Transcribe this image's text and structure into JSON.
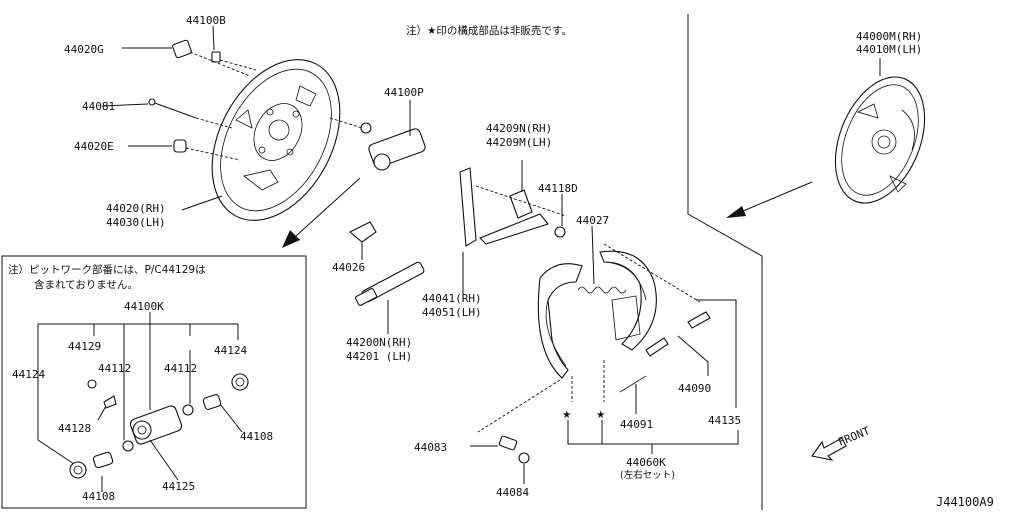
{
  "diagram_id": "J44100A9",
  "notes": {
    "top": "注）★印の構成部品は非販売です。",
    "inset_line1": "注）ピットワーク部番には、P/C44129は",
    "inset_line2": "含まれておりません。"
  },
  "front_label": "FRONT",
  "labels": {
    "p44100B": "44100B",
    "p44020G": "44020G",
    "p44081": "44081",
    "p44020E": "44020E",
    "p44020RH": "44020(RH)",
    "p44030LH": "44030(LH)",
    "p44100P": "44100P",
    "p44026": "44026",
    "p44200N": "44200N(RH)",
    "p44201": "44201  (LH)",
    "p44209N": "44209N(RH)",
    "p44209M": "44209M(LH)",
    "p44118D": "44118D",
    "p44027": "44027",
    "p44041": "44041(RH)",
    "p44051": "44051(LH)",
    "p44090": "44090",
    "p44135": "44135",
    "p44091": "44091",
    "p44060K": "44060K",
    "p44060K_sub": "(左右セット)",
    "p44083": "44083",
    "p44084": "44084",
    "p44000M": "44000M(RH)",
    "p44010M": "44010M(LH)",
    "p44100K": "44100K",
    "p44129": "44129",
    "p44112a": "44112",
    "p44112b": "44112",
    "p44124a": "44124",
    "p44124b": "44124",
    "p44128": "44128",
    "p44108a": "44108",
    "p44108b": "44108",
    "p44125": "44125"
  },
  "marker_symbol": "★"
}
